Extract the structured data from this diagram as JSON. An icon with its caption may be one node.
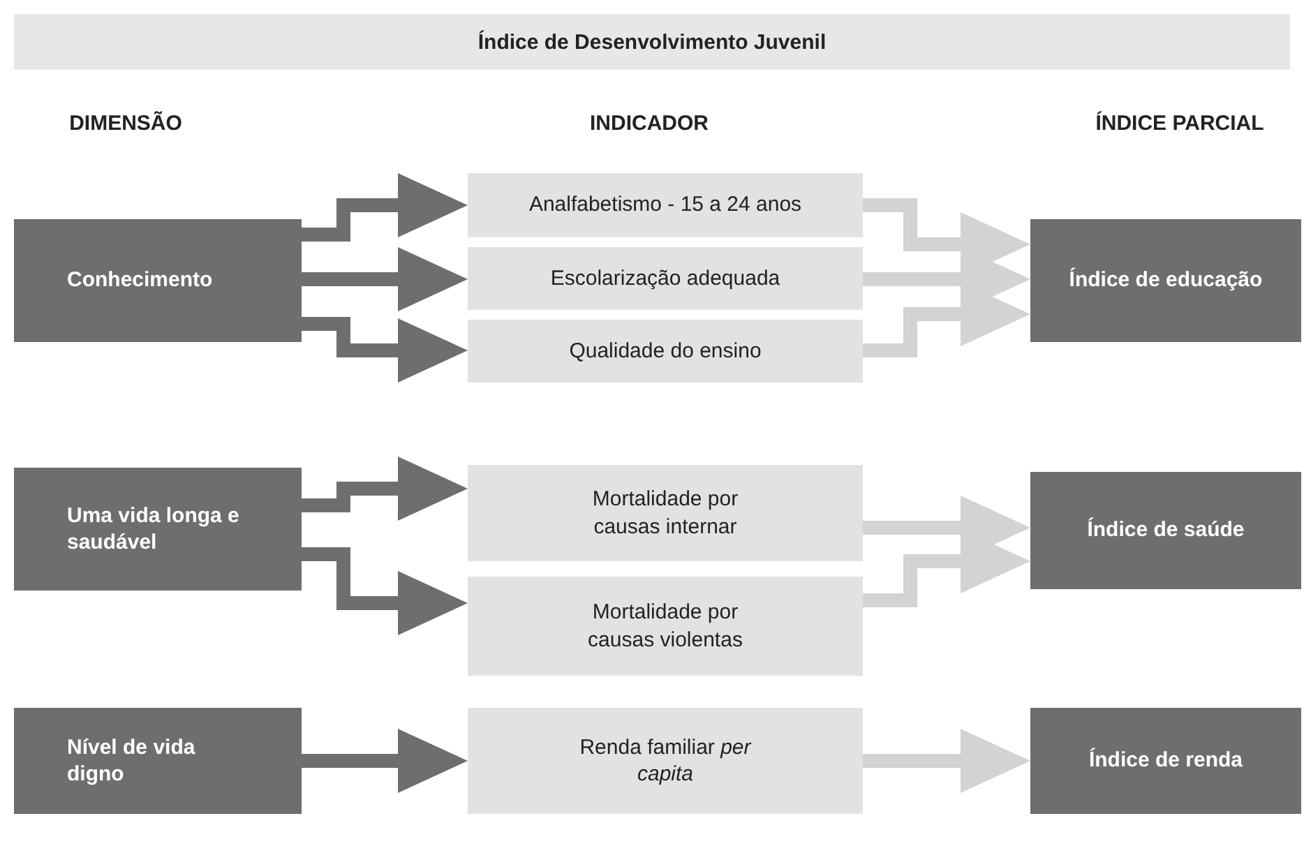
{
  "diagram": {
    "title": "Índice de Desenvolvimento Juvenil",
    "nodes": [
      {
        "text": [
          "Conhecimento"
        ]
      },
      {
        "text": [
          "Analfabetismo - 15 a 24 anos"
        ]
      },
      {
        "text": [
          "Escolarização adequada"
        ]
      },
      {
        "text": [
          "Qualidade do ensino"
        ]
      },
      {
        "text": [
          "Índice de educação"
        ]
      },
      {
        "text": [
          "Uma vida longa e saudável"
        ]
      },
      {
        "text": [
          "Mortalidade por causas internar"
        ]
      },
      {
        "text": [
          "Mortalidade por causas violentas"
        ]
      },
      {
        "text": [
          "Índice de saúde"
        ]
      },
      {
        "text": [
          "Nível de vida digno"
        ]
      },
      {
        "text": [
          "Renda familiar *per capita*"
        ]
      },
      {
        "text": [
          "Índice de renda"
        ]
      }
    ],
    "edges": [
      {
        "from": 0,
        "to": 1,
        "arrow": "to",
        "color": "#6d6e70"
      },
      {
        "from": 0,
        "to": 2,
        "arrow": "to",
        "color": "#6d6e70"
      },
      {
        "from": 0,
        "to": 3,
        "arrow": "to",
        "color": "#6d6e70"
      },
      {
        "from": 1,
        "to": 4,
        "arrow": "to",
        "color": "#d2d3d4"
      },
      {
        "from": 2,
        "to": 4,
        "arrow": "to",
        "color": "#d2d3d4"
      },
      {
        "from": 3,
        "to": 4,
        "arrow": "to",
        "color": "#d2d3d4"
      },
      {
        "from": 5,
        "to": 6,
        "arrow": "to",
        "color": "#6d6e70"
      },
      {
        "from": 5,
        "to": 7,
        "arrow": "to",
        "color": "#6d6e70"
      },
      {
        "from": 6,
        "to": 8,
        "arrow": "to",
        "color": "#d2d3d4"
      },
      {
        "from": 7,
        "to": 8,
        "arrow": "to",
        "color": "#d2d3d4"
      },
      {
        "from": 9,
        "to": 10,
        "arrow": "to",
        "color": "#6d6e70"
      },
      {
        "from": 10,
        "to": 11,
        "arrow": "to",
        "color": "#d2d3d4"
      }
    ],
    "labels": [
      "DIMENSÃO",
      "INDICADOR",
      "ÍNDICE PARCIAL"
    ]
  }
}
